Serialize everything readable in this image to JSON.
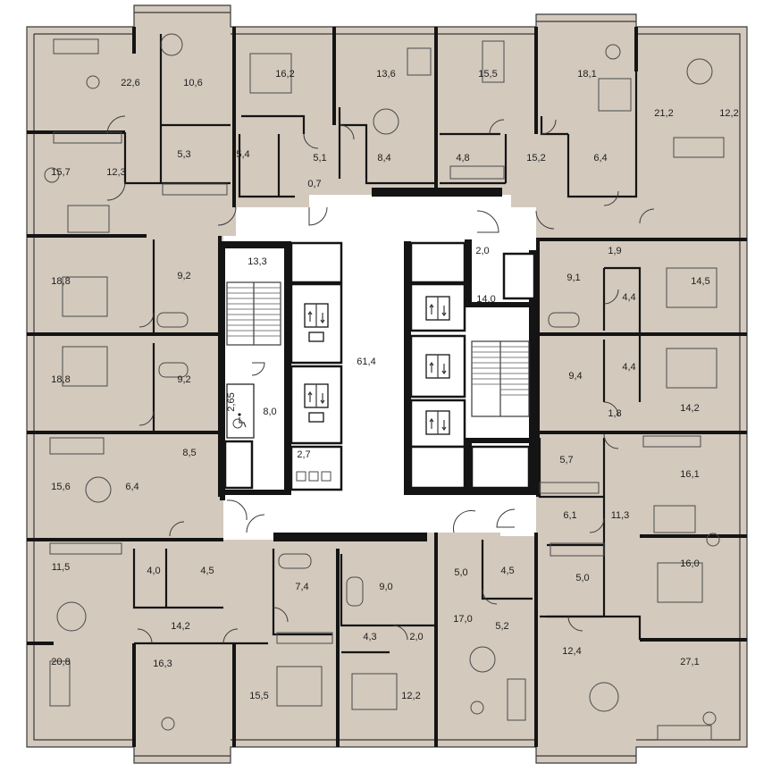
{
  "floor_plan": {
    "room_areas": [
      "22,6",
      "10,6",
      "16,2",
      "13,6",
      "15,5",
      "18,1",
      "21,2",
      "12,2",
      "15,7",
      "12,3",
      "5,3",
      "5,4",
      "5,1",
      "0,7",
      "8,4",
      "4,8",
      "15,2",
      "6,4",
      "18,8",
      "9,2",
      "13,3",
      "2,0",
      "14,0",
      "1,9",
      "14,5",
      "9,1",
      "4,4",
      "61,4",
      "9,2",
      "18,8",
      "8,0",
      "2,65",
      "9,4",
      "4,4",
      "14,2",
      "1,8",
      "8,5",
      "2,7",
      "5,7",
      "16,1",
      "15,6",
      "6,4",
      "6,1",
      "11,3",
      "5,0",
      "11,5",
      "4,0",
      "4,5",
      "7,4",
      "9,0",
      "5,0",
      "4,5",
      "16,0",
      "20,8",
      "14,2",
      "4,3",
      "2,0",
      "17,0",
      "5,2",
      "12,4",
      "27,1",
      "16,3",
      "15,5",
      "12,2"
    ],
    "icons": {
      "accessible": "wheelchair-icon",
      "elevator": "elevator-icon"
    },
    "colors": {
      "apartment_fill": "#d3c9bd",
      "corridor_fill": "#ffffff",
      "walls": "#141414"
    }
  }
}
